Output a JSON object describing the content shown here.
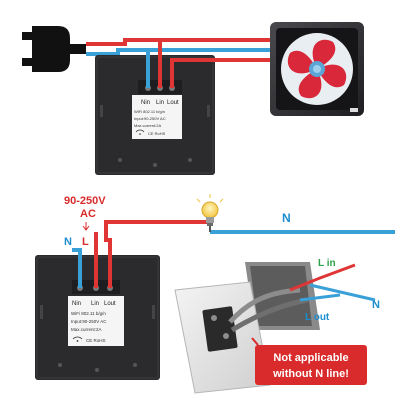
{
  "top_diagram": {
    "terminals": {
      "nin": "Nin",
      "lin": "Lin",
      "lout": "Lout"
    },
    "spec_line1": "WiFi 802.11 b/g/n",
    "spec_line2": "Input:90-250V AC",
    "spec_line3": "Max.current:2A",
    "cert_marks": "CE RoHS"
  },
  "bottom_diagram": {
    "voltage_label": "90-250V",
    "ac_label": "AC",
    "neutral_label_left": "N",
    "live_label_left": "L",
    "neutral_label_right": "N",
    "terminals": {
      "nin": "Nin",
      "lin": "Lin",
      "lout": "Lout"
    },
    "spec_line1": "WiFi 802.11 b/g/n",
    "spec_line2": "Input:90-250V AC",
    "spec_line3": "Max.current:2A",
    "cert_marks": "CE RoHS",
    "wall_lin_label": "L in",
    "wall_lout_label": "L out",
    "wall_n_label": "N",
    "warning_line1": "Not applicable",
    "warning_line2": "without N line!"
  },
  "colors": {
    "live_wire": "#e03535",
    "neutral_wire": "#3aa0d8",
    "panel": "#2b2b2e",
    "label_red": "#d92b2b",
    "label_blue": "#1c8ed0",
    "fan_blade": "#d8283a"
  },
  "icons": [
    "power-plug-icon",
    "exhaust-fan-icon",
    "light-bulb-icon",
    "wifi-icon"
  ]
}
